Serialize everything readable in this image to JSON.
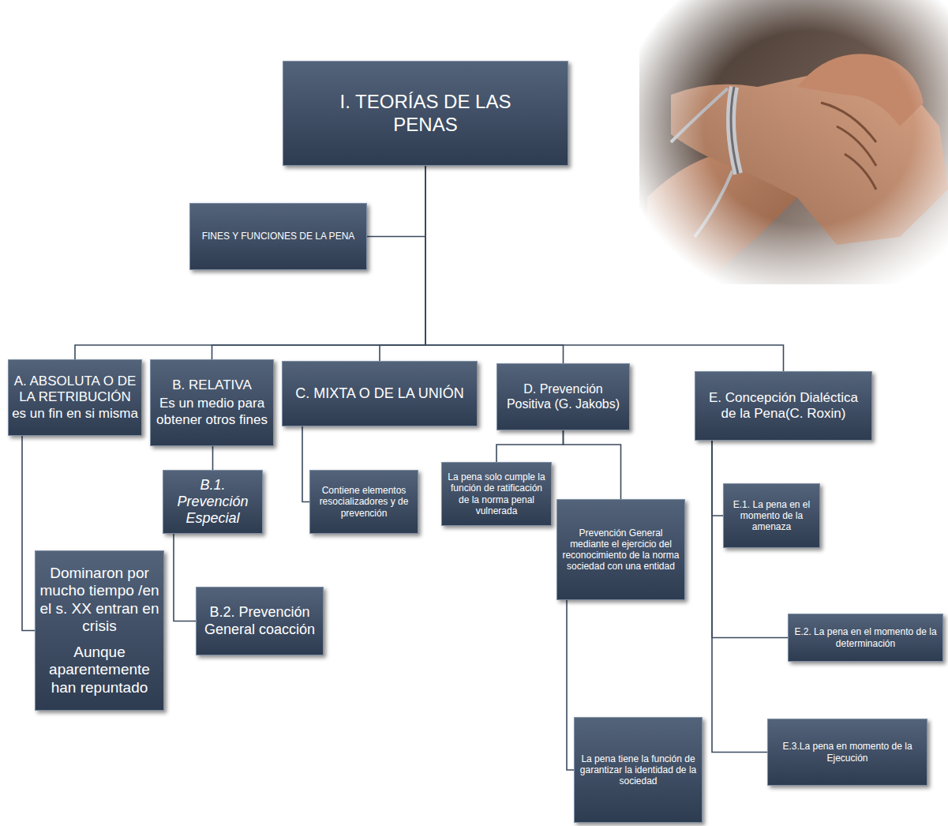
{
  "diagram": {
    "nodes": [
      {
        "text": [
          "I. TEORÍAS DE LAS PENAS"
        ]
      },
      {
        "text": [
          "FINES Y FUNCIONES DE LA PENA"
        ]
      },
      {
        "text": [
          "A. ABSOLUTA O DE LA RETRIBUCIÓN es un fin en si misma"
        ]
      },
      {
        "text": [
          "B. RELATIVA",
          "Es un medio para obtener otros fines"
        ]
      },
      {
        "text": [
          "C. MIXTA O DE LA UNIÓN"
        ]
      },
      {
        "text": [
          "D. Prevención Positiva (G. Jakobs)"
        ]
      },
      {
        "text": [
          "E. Concepción Dialéctica de la Pena(C. Roxin)"
        ]
      },
      {
        "text": [
          "Dominaron por mucho tiempo /en el s. XX entran en crisis",
          "Aunque aparentemente han repuntado"
        ]
      },
      {
        "text": [
          "B.1. Prevención Especial"
        ]
      },
      {
        "text": [
          "B.2. Prevención General coacción"
        ]
      },
      {
        "text": [
          "Contiene elementos resocializadores y de prevención"
        ]
      },
      {
        "text": [
          "La pena solo cumple la función de ratificación de la norma penal vulnerada"
        ]
      },
      {
        "text": [
          "Prevención General mediante el ejercicio del reconocimiento de la norma sociedad con una entidad"
        ]
      },
      {
        "text": [
          "La pena tiene la función de garantizar la identidad de la sociedad"
        ]
      },
      {
        "text": [
          "E.1. La pena en el momento de la amenaza"
        ]
      },
      {
        "text": [
          "E.2. La pena en el momento de la determinación"
        ]
      },
      {
        "text": [
          "E.3.La pena en momento de la Ejecución"
        ]
      }
    ],
    "edges": [
      {
        "from": 0,
        "to": 1,
        "arrow": "none"
      },
      {
        "from": 0,
        "to": 2,
        "arrow": "none"
      },
      {
        "from": 0,
        "to": 3,
        "arrow": "none"
      },
      {
        "from": 0,
        "to": 4,
        "arrow": "none"
      },
      {
        "from": 0,
        "to": 5,
        "arrow": "none"
      },
      {
        "from": 0,
        "to": 6,
        "arrow": "none"
      },
      {
        "from": 2,
        "to": 7,
        "arrow": "none"
      },
      {
        "from": 3,
        "to": 8,
        "arrow": "none"
      },
      {
        "from": 8,
        "to": 9,
        "arrow": "none"
      },
      {
        "from": 4,
        "to": 10,
        "arrow": "none"
      },
      {
        "from": 5,
        "to": 11,
        "arrow": "none"
      },
      {
        "from": 5,
        "to": 12,
        "arrow": "none"
      },
      {
        "from": 12,
        "to": 13,
        "arrow": "none"
      },
      {
        "from": 6,
        "to": 14,
        "arrow": "none"
      },
      {
        "from": 6,
        "to": 15,
        "arrow": "none"
      },
      {
        "from": 6,
        "to": 16,
        "arrow": "none"
      }
    ]
  }
}
